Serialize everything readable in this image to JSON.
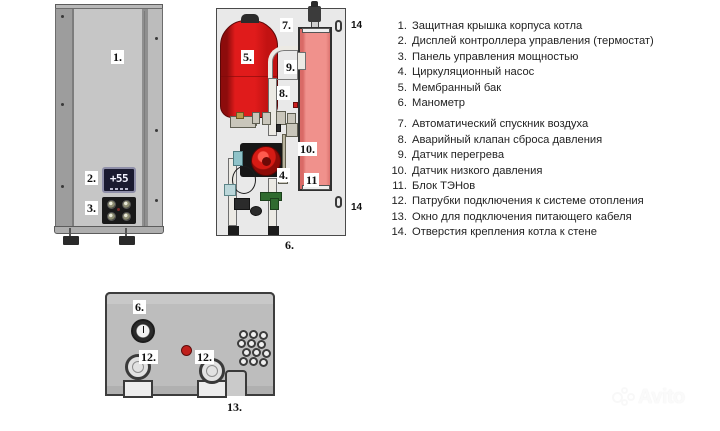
{
  "legend": {
    "items": [
      {
        "num": "1.",
        "text": "Защитная крышка корпуса котла"
      },
      {
        "num": "2.",
        "text": "Дисплей контроллера управления (термостат)"
      },
      {
        "num": "3.",
        "text": "Панель управления мощностью"
      },
      {
        "num": "4.",
        "text": "Циркуляционный насос"
      },
      {
        "num": "5.",
        "text": "Мембранный бак"
      },
      {
        "num": "6.",
        "text": "Манометр"
      },
      {
        "num": "7.",
        "text": "Автоматический спускник воздуха"
      },
      {
        "num": "8.",
        "text": "Аварийный клапан сброса давления"
      },
      {
        "num": "9.",
        "text": "Датчик перегрева"
      },
      {
        "num": "10.",
        "text": "Датчик низкого давления"
      },
      {
        "num": "11.",
        "text": "Блок ТЭНов"
      },
      {
        "num": "12.",
        "text": "Патрубки подключения к системе отопления"
      },
      {
        "num": "13.",
        "text": "Окно для подключения питающего кабеля"
      },
      {
        "num": "14.",
        "text": "Отверстия крепления котла к стене"
      }
    ]
  },
  "front_view": {
    "callouts": {
      "cover": "1.",
      "display": "2.",
      "keypad": "3."
    },
    "display_value": "+55"
  },
  "inner_view": {
    "callouts": {
      "tank": "5.",
      "air_vent": "7.",
      "relief_valve": "8.",
      "overheat_sensor": "9.",
      "low_pressure_sensor": "10.",
      "heater_block": "11",
      "pump": "4.",
      "manometer": "6.",
      "wall_hole_top": "14",
      "wall_hole_bottom": "14"
    }
  },
  "bottom_view": {
    "callouts": {
      "manometer": "6.",
      "port_left": "12.",
      "port_right": "12.",
      "cable_window": "13."
    }
  },
  "watermark": {
    "name": "Avito"
  },
  "colors": {
    "tank_red": "#e01b1b",
    "heater_pink": "#f0918c",
    "pump_red": "#d61b14",
    "case_gray": "#c6c6c6",
    "display_navy": "#1a1a30",
    "text": "#232323",
    "background": "#ffffff"
  }
}
